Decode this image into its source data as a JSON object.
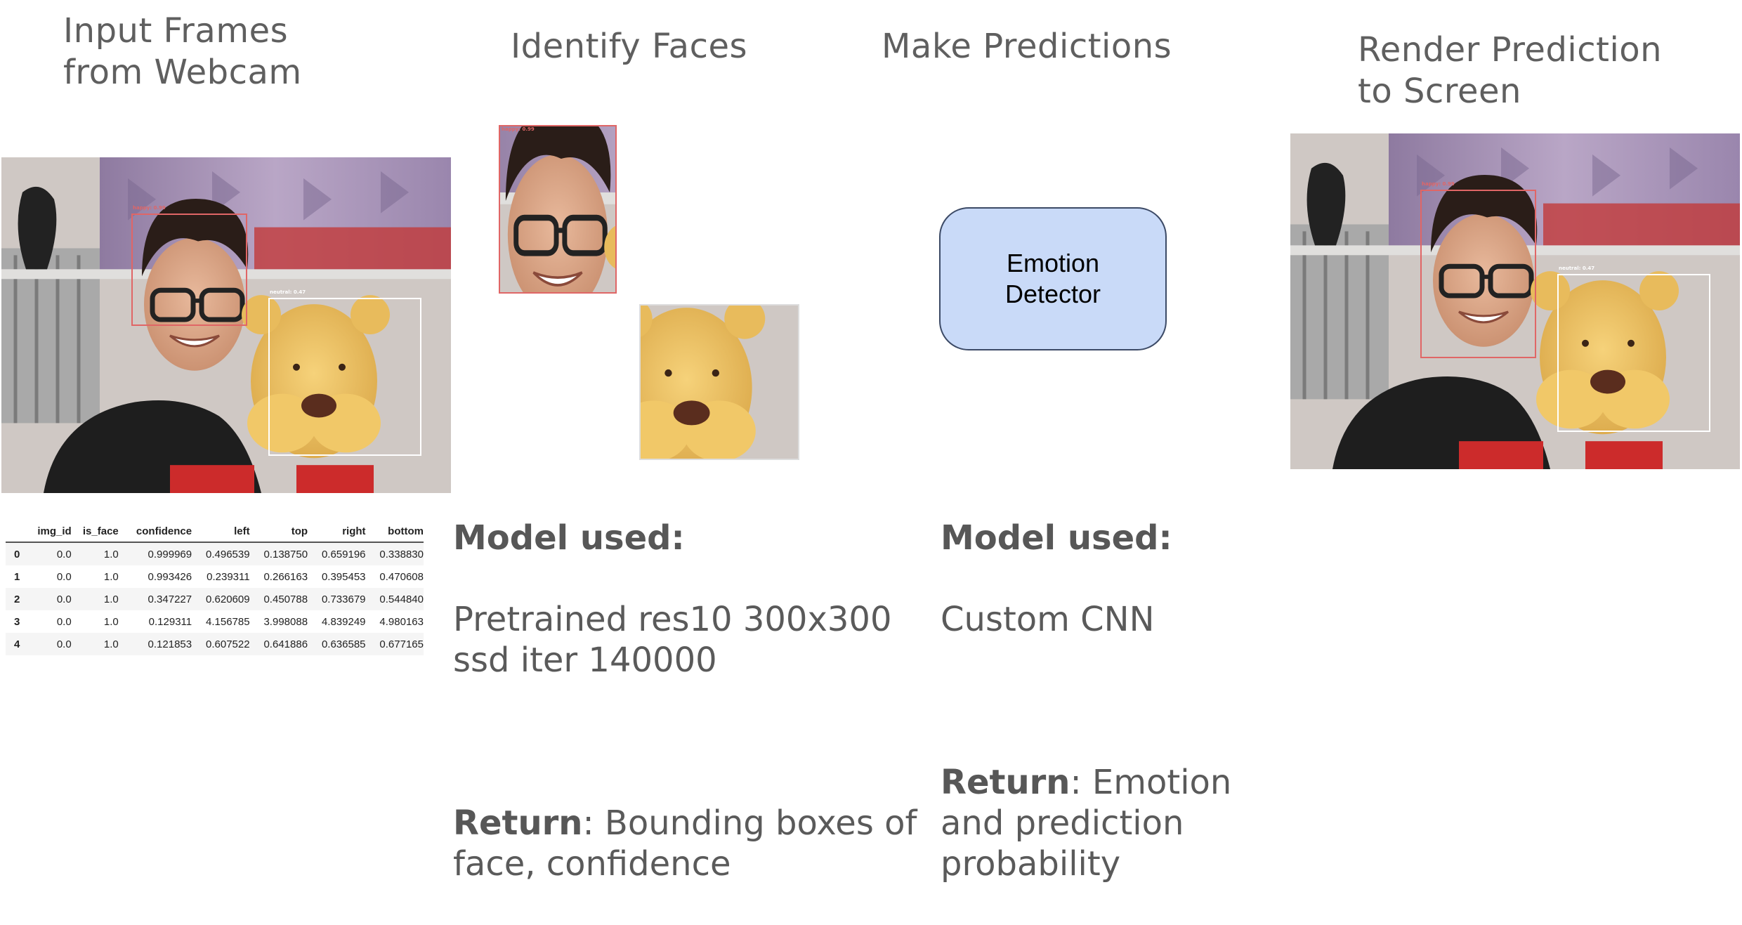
{
  "stages": [
    {
      "id": "input",
      "title": "Input Frames\nfrom Webcam"
    },
    {
      "id": "identify",
      "title": "Identify Faces"
    },
    {
      "id": "predict",
      "title": "Make Predictions"
    },
    {
      "id": "render",
      "title": "Render Prediction\nto Screen"
    }
  ],
  "emotion_detector": {
    "label": "Emotion\nDetector"
  },
  "detection_note": {
    "model_heading": "Model used:",
    "model_name": "Pretrained res10 300x300\nssd iter 140000",
    "return_heading": "Return",
    "return_text": ": Bounding boxes of\nface, confidence"
  },
  "prediction_note": {
    "model_heading": "Model used:",
    "model_name": "Custom CNN",
    "return_heading": "Return",
    "return_text": ": Emotion\nand prediction\nprobability"
  },
  "face_labels": {
    "happy": "happy: 0.99",
    "neutral": "neutral: 0.47"
  },
  "detections_table": {
    "columns": [
      "img_id",
      "is_face",
      "confidence",
      "left",
      "top",
      "right",
      "bottom"
    ],
    "rows": [
      {
        "index": "0",
        "values": [
          "0.0",
          "1.0",
          "0.999969",
          "0.496539",
          "0.138750",
          "0.659196",
          "0.338830"
        ]
      },
      {
        "index": "1",
        "values": [
          "0.0",
          "1.0",
          "0.993426",
          "0.239311",
          "0.266163",
          "0.395453",
          "0.470608"
        ]
      },
      {
        "index": "2",
        "values": [
          "0.0",
          "1.0",
          "0.347227",
          "0.620609",
          "0.450788",
          "0.733679",
          "0.544840"
        ]
      },
      {
        "index": "3",
        "values": [
          "0.0",
          "1.0",
          "0.129311",
          "4.156785",
          "3.998088",
          "4.839249",
          "4.980163"
        ]
      },
      {
        "index": "4",
        "values": [
          "0.0",
          "1.0",
          "0.121853",
          "0.607522",
          "0.641886",
          "0.636585",
          "0.677165"
        ]
      }
    ]
  },
  "colors": {
    "detector_fill": "#c9daf8",
    "face_box": "#e06666",
    "bear_box": "#ffffff"
  }
}
